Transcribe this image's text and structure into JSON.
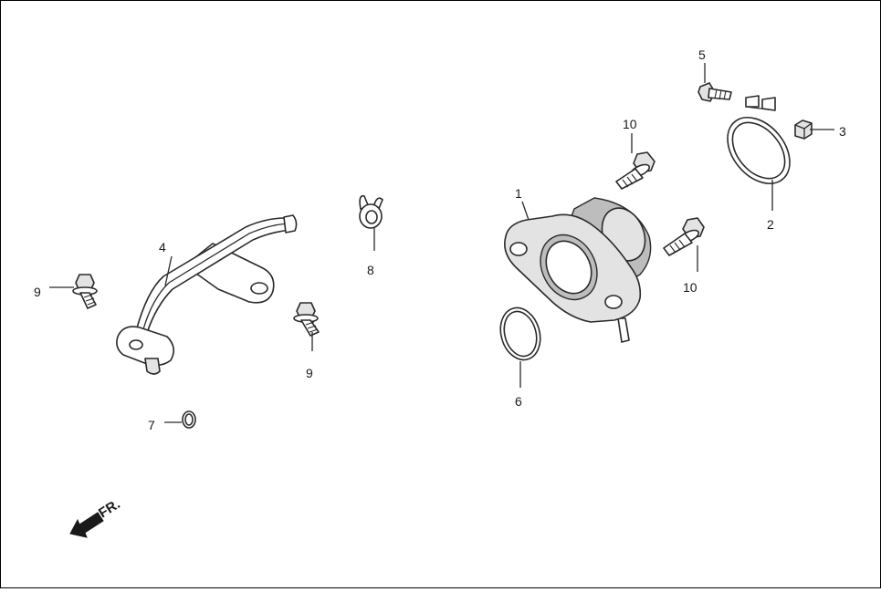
{
  "diagram": {
    "front_label": "FR.",
    "callouts": [
      {
        "id": "c1",
        "label": "1"
      },
      {
        "id": "c2",
        "label": "2"
      },
      {
        "id": "c3",
        "label": "3"
      },
      {
        "id": "c4",
        "label": "4"
      },
      {
        "id": "c5",
        "label": "5"
      },
      {
        "id": "c6",
        "label": "6"
      },
      {
        "id": "c7",
        "label": "7"
      },
      {
        "id": "c8",
        "label": "8"
      },
      {
        "id": "c9a",
        "label": "9"
      },
      {
        "id": "c9b",
        "label": "9"
      },
      {
        "id": "c10a",
        "label": "10"
      },
      {
        "id": "c10b",
        "label": "10"
      }
    ]
  }
}
